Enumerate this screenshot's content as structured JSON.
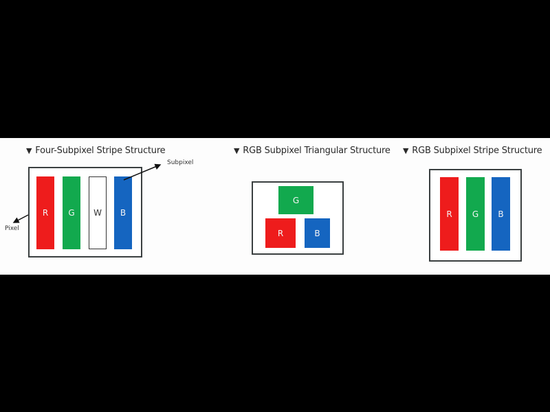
{
  "colors": {
    "red": "#ee1c1c",
    "green": "#12a94e",
    "blue": "#1565c0",
    "white": "#ffffff",
    "frame": "#3a3f40",
    "background_band": "#fdfdfd",
    "letterbox": "#000000"
  },
  "panels": [
    {
      "title_marker": "▼",
      "title": "Four-Subpixel Stripe Structure",
      "subpixels": [
        {
          "label": "R",
          "color": "red"
        },
        {
          "label": "G",
          "color": "green"
        },
        {
          "label": "W",
          "color": "white"
        },
        {
          "label": "B",
          "color": "blue"
        }
      ],
      "annotations": {
        "pixel": "Pixel",
        "subpixel": "Subpixel"
      }
    },
    {
      "title_marker": "▼",
      "title": "RGB Subpixel Triangular Structure",
      "subpixels": [
        {
          "label": "G",
          "color": "green"
        },
        {
          "label": "R",
          "color": "red"
        },
        {
          "label": "B",
          "color": "blue"
        }
      ]
    },
    {
      "title_marker": "▼",
      "title": "RGB Subpixel Stripe Structure",
      "subpixels": [
        {
          "label": "R",
          "color": "red"
        },
        {
          "label": "G",
          "color": "green"
        },
        {
          "label": "B",
          "color": "blue"
        }
      ]
    }
  ]
}
